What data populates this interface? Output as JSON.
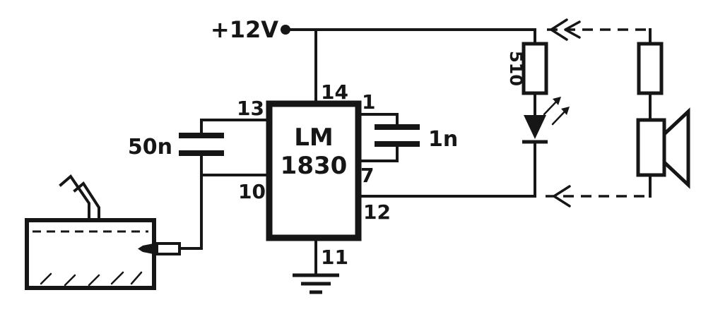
{
  "meta": {
    "colors": {
      "ink": "#161616",
      "paper": "#ffffff"
    }
  },
  "labels": {
    "supply": "+12V",
    "ic_line1": "LM",
    "ic_line2": "1830",
    "cap_left": "50n",
    "cap_right": "1n",
    "resistor_led": "510"
  },
  "pins": {
    "pin14": "14",
    "pin13": "13",
    "pin10": "10",
    "pin11": "11",
    "pin1": "1",
    "pin7": "7",
    "pin12": "12"
  }
}
